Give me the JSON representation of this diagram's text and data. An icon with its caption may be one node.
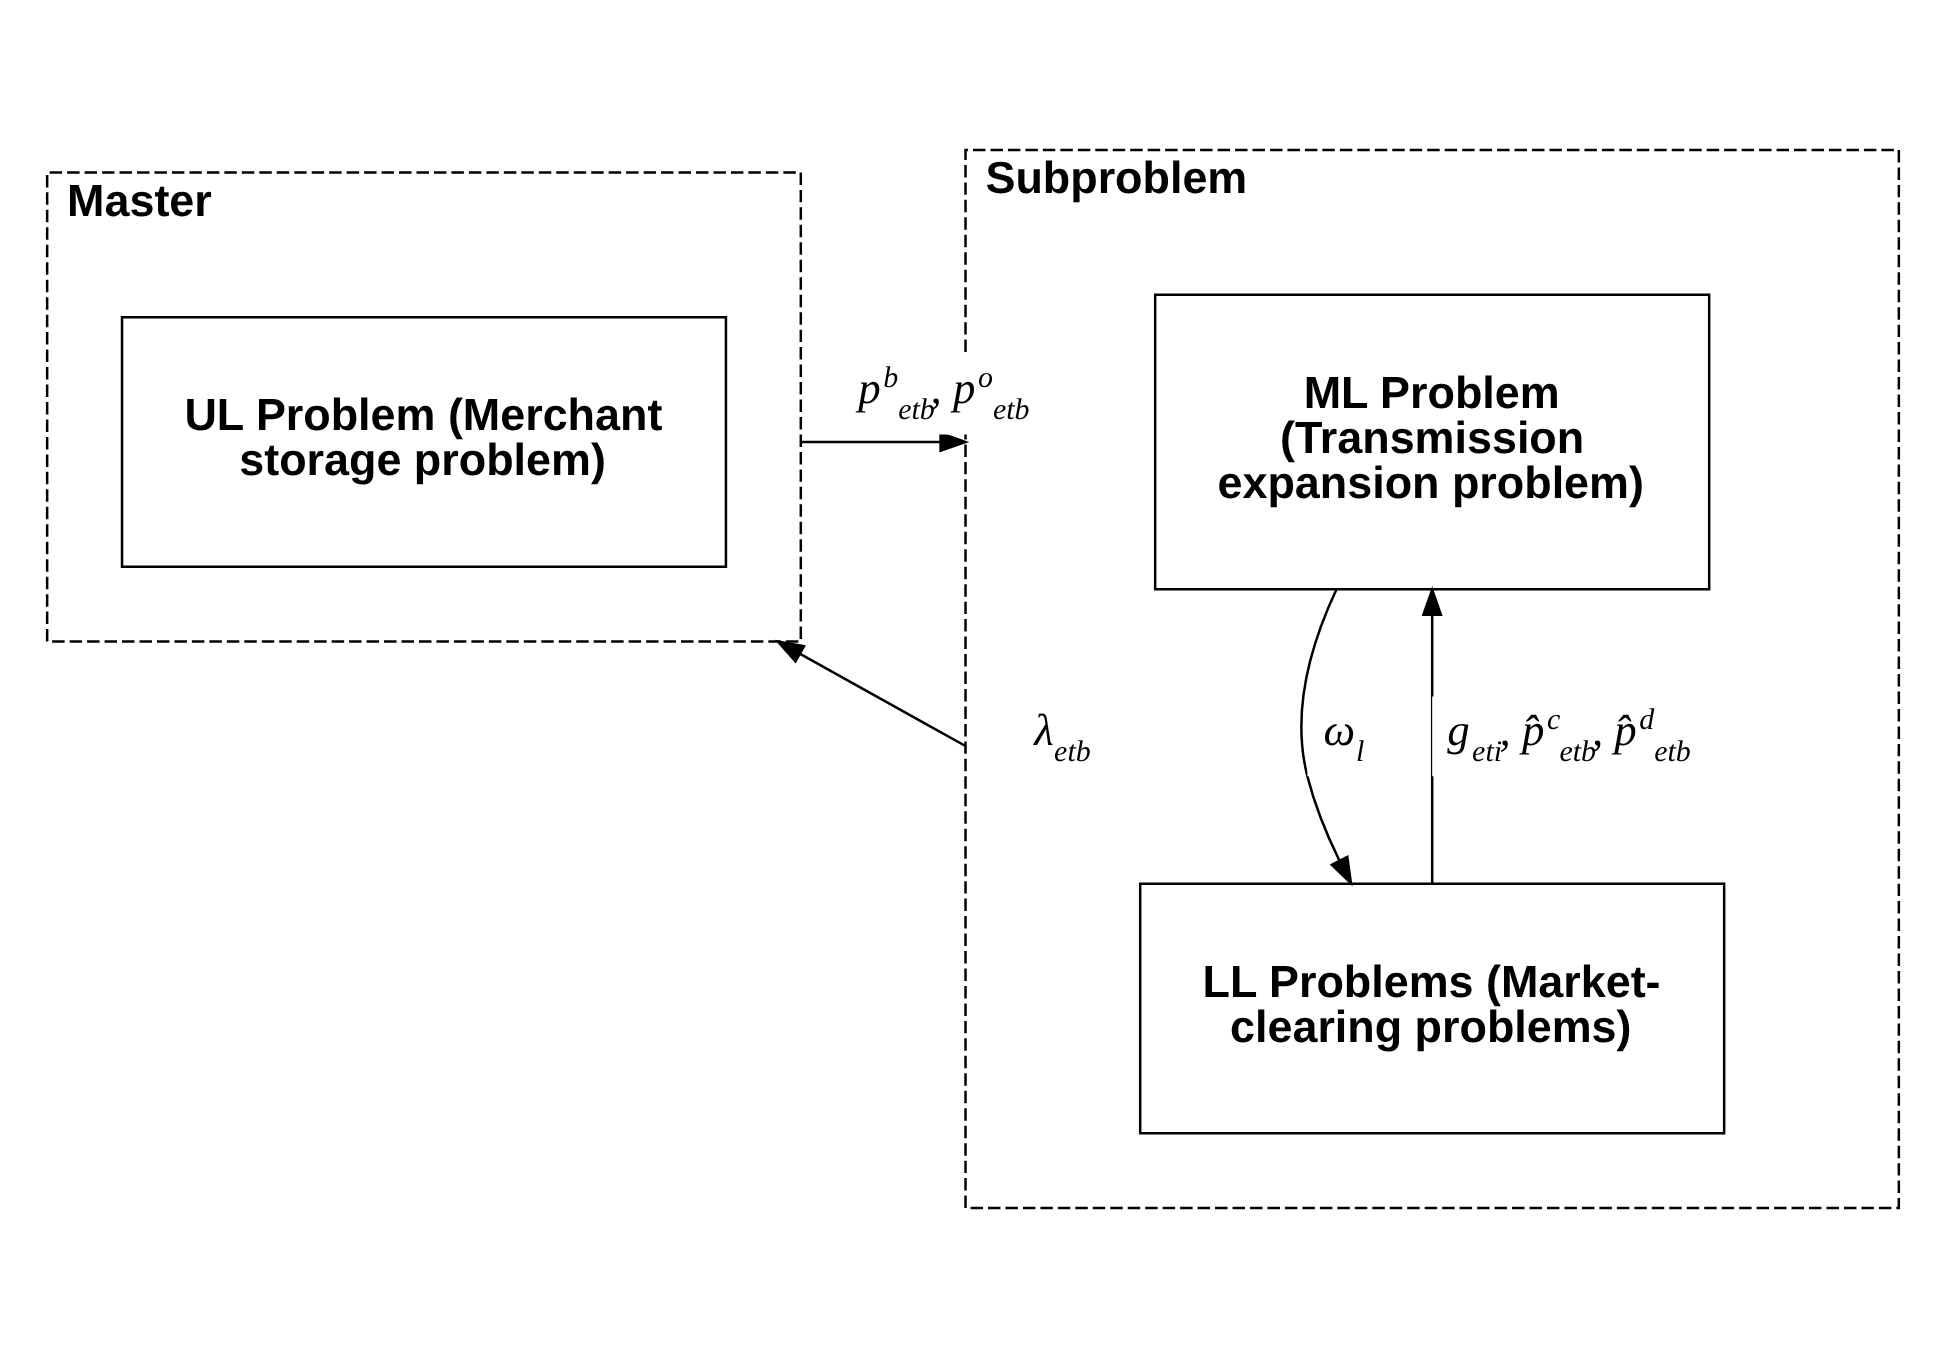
{
  "diagram": {
    "nodes": [
      {
        "text": [
          "Master"
        ]
      },
      {
        "text": [
          "UL Problem (Merchant storage problem)"
        ],
        "in": 0
      },
      {
        "text": [
          "Subproblem"
        ]
      },
      {
        "text": [
          "ML Problem (Transmission expansion problem)"
        ],
        "in": 2
      },
      {
        "text": [
          "LL Problems (Market-clearing problems)"
        ],
        "in": 2
      }
    ],
    "edges": [
      {
        "from": 0,
        "to": 2,
        "arrow": "to",
        "label": "p$^{b}$$_{etb}$, p$^{o}$$_{etb}$"
      },
      {
        "from": 4,
        "to": 3,
        "arrow": "to",
        "label": "g$_{eti}$, p̂$^{c}$$_{etb}$, p̂$^{d}$$_{etb}$"
      },
      {
        "from": 3,
        "to": 4,
        "arrow": "to",
        "label": "ω$_{l}$"
      },
      {
        "from": 2,
        "to": 0,
        "arrow": "to",
        "label": "λ$_{etb}$"
      }
    ]
  }
}
